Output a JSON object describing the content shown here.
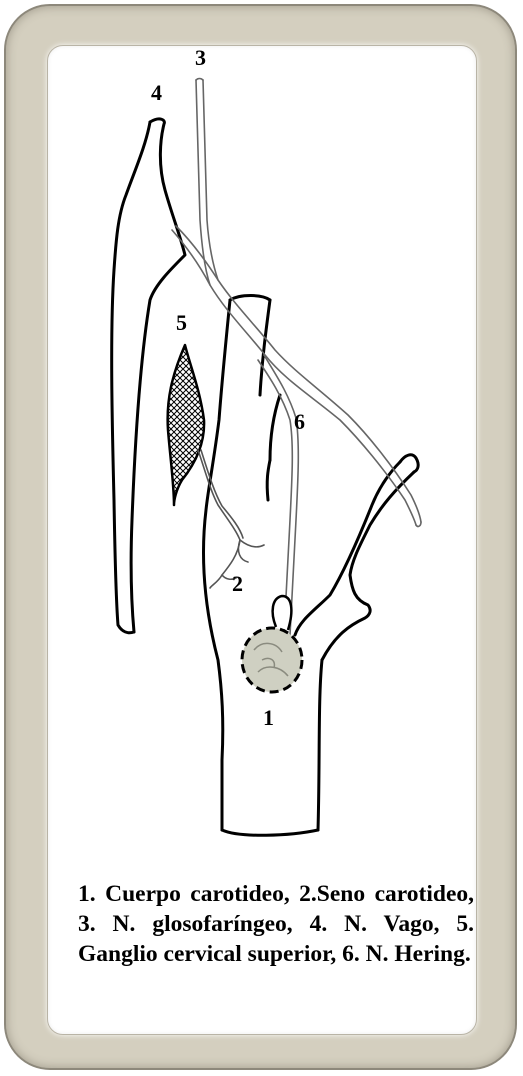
{
  "labels": {
    "n1": "1",
    "n2": "2",
    "n3": "3",
    "n4": "4",
    "n5": "5",
    "n6": "6"
  },
  "caption": "1. Cuerpo carotideo, 2.Seno carotideo, 3. N. glosofaríngeo, 4. N. Vago, 5. Ganglio cervical superior, 6. N. Hering.",
  "colors": {
    "frame": "#d4cfbf",
    "frame_border": "#8d887b",
    "ink": "#000000",
    "glomus_fill": "#cfd0c2"
  }
}
